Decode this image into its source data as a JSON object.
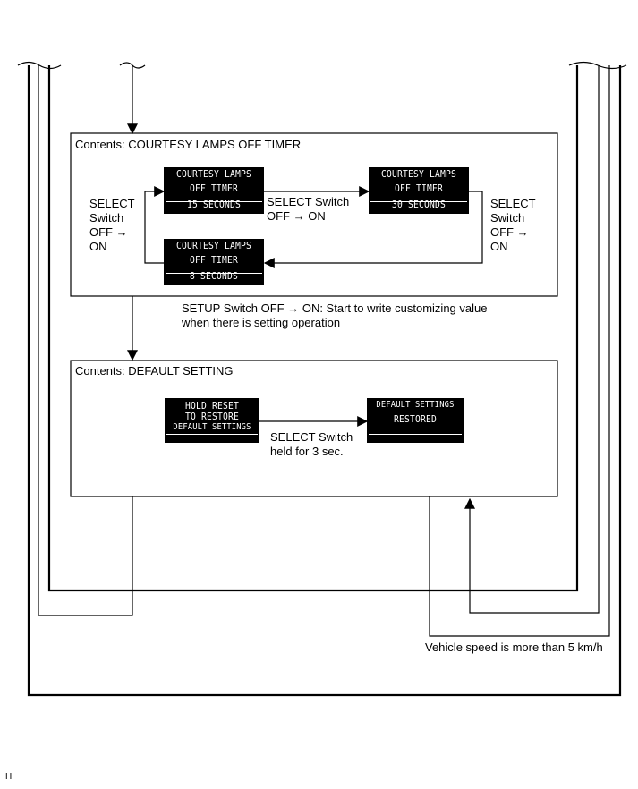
{
  "box1": {
    "title": "Contents: COURTESY LAMPS OFF TIMER",
    "screens": {
      "s15": {
        "line1": "COURTESY LAMPS",
        "line2": "OFF TIMER",
        "line3": "15  SECONDS"
      },
      "s30": {
        "line1": "COURTESY LAMPS",
        "line2": "OFF TIMER",
        "line3": "30  SECONDS"
      },
      "s8": {
        "line1": "COURTESY LAMPS",
        "line2": "OFF TIMER",
        "line3": "8  SECONDS"
      }
    },
    "select_left": [
      "SELECT",
      "Switch",
      "OFF →",
      "ON"
    ],
    "select_mid": [
      "SELECT Switch",
      "OFF → ON"
    ],
    "select_right": [
      "SELECT",
      "Switch",
      "OFF →",
      "ON"
    ]
  },
  "setup_note": [
    "SETUP Switch OFF → ON: Start to write customizing value",
    "when there is setting operation"
  ],
  "box2": {
    "title": "Contents: DEFAULT SETTING",
    "hold_screen": {
      "line1": "HOLD   RESET",
      "line2": "TO RESTORE",
      "line3": "DEFAULT SETTINGS"
    },
    "restored_screen": {
      "line1": "DEFAULT SETTINGS",
      "line2": "RESTORED"
    },
    "select_hold": [
      "SELECT Switch",
      "held for 3 sec."
    ]
  },
  "speed_note": "Vehicle speed is more than 5 km/h",
  "corner_mark": "H"
}
